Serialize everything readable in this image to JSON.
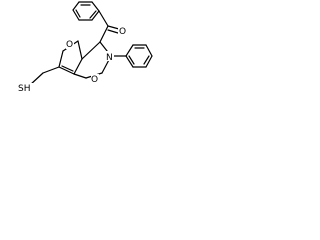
{
  "molecule": {
    "atoms": {
      "O_carbonyl": "O",
      "O_ring": "O",
      "O_isoxazolidine": "O",
      "N": "N",
      "SH": "SH"
    }
  }
}
